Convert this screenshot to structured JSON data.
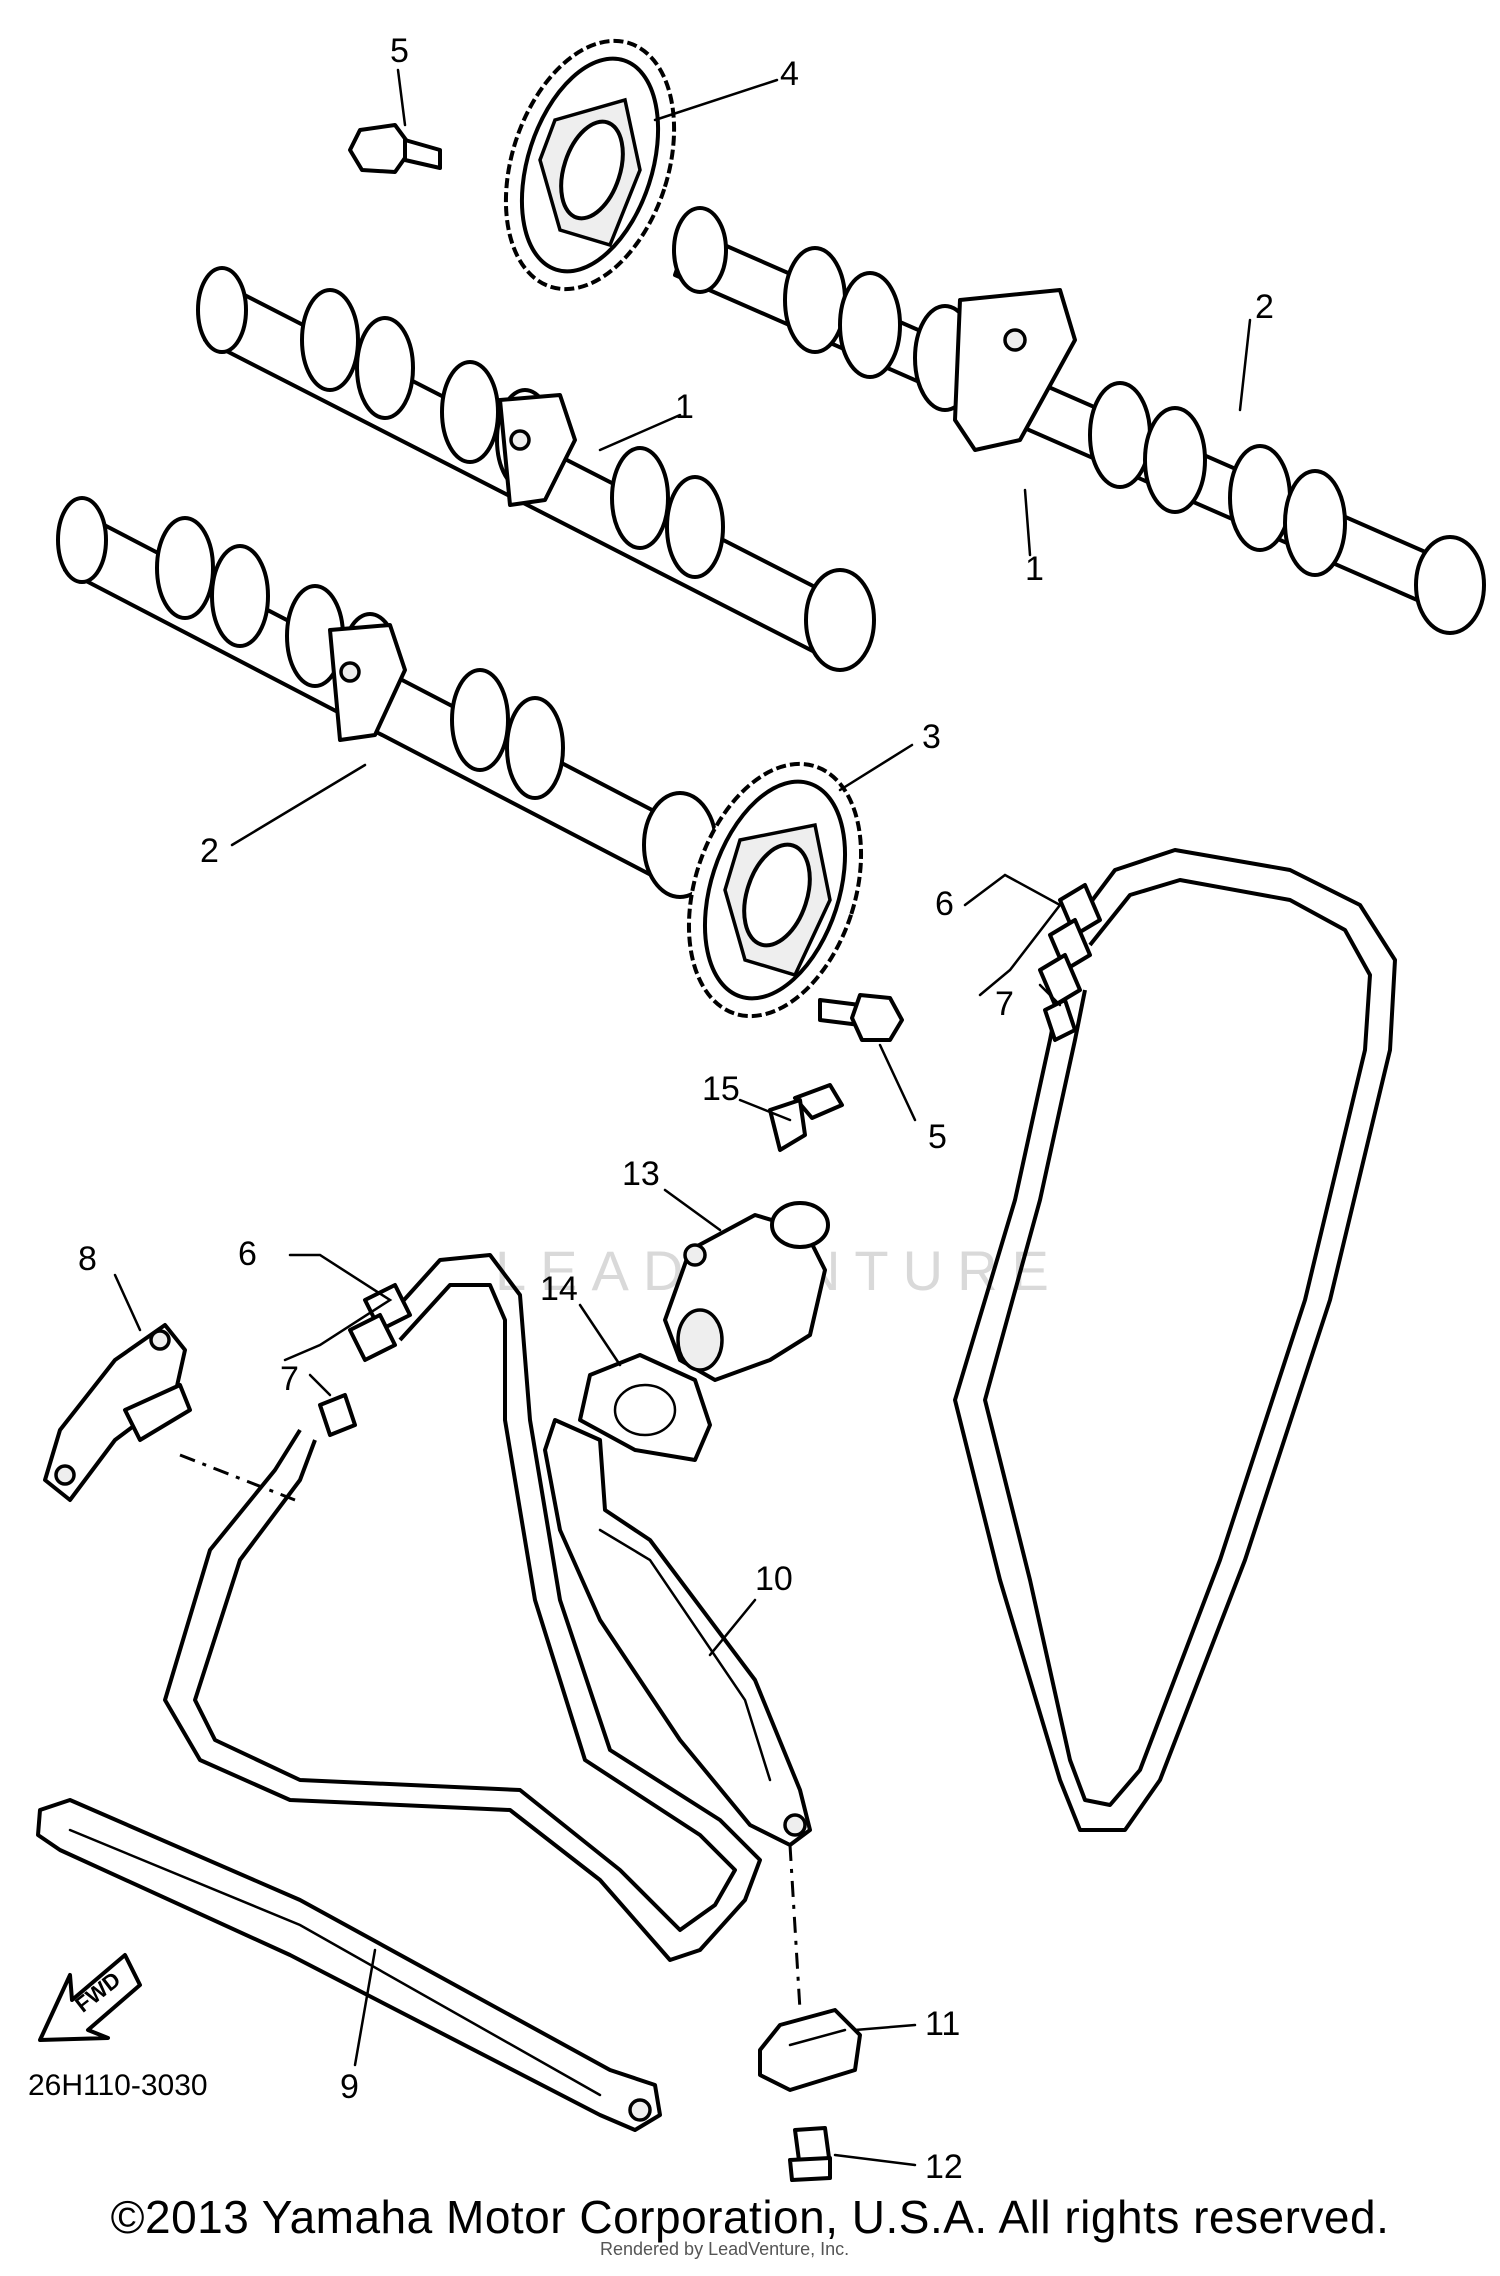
{
  "diagram": {
    "part_code": "26H110-3030",
    "fwd_label": "FWD",
    "watermark": "LEADVENTURE",
    "rendered_by": "Rendered by LeadVenture, Inc.",
    "copyright": "©2013 Yamaha Motor Corporation, U.S.A. All rights reserved.",
    "callouts": {
      "c1a": "1",
      "c1b": "1",
      "c2a": "2",
      "c2b": "2",
      "c3": "3",
      "c4": "4",
      "c5a": "5",
      "c5b": "5",
      "c6a": "6",
      "c6b": "6",
      "c7a": "7",
      "c7b": "7",
      "c8": "8",
      "c9": "9",
      "c10": "10",
      "c11": "11",
      "c12": "12",
      "c13": "13",
      "c14": "14",
      "c15": "15"
    }
  },
  "colors": {
    "line": "#000000",
    "background": "#ffffff",
    "watermark": "#d9d9d9"
  },
  "icons": [
    "fwd-arrow-icon"
  ]
}
